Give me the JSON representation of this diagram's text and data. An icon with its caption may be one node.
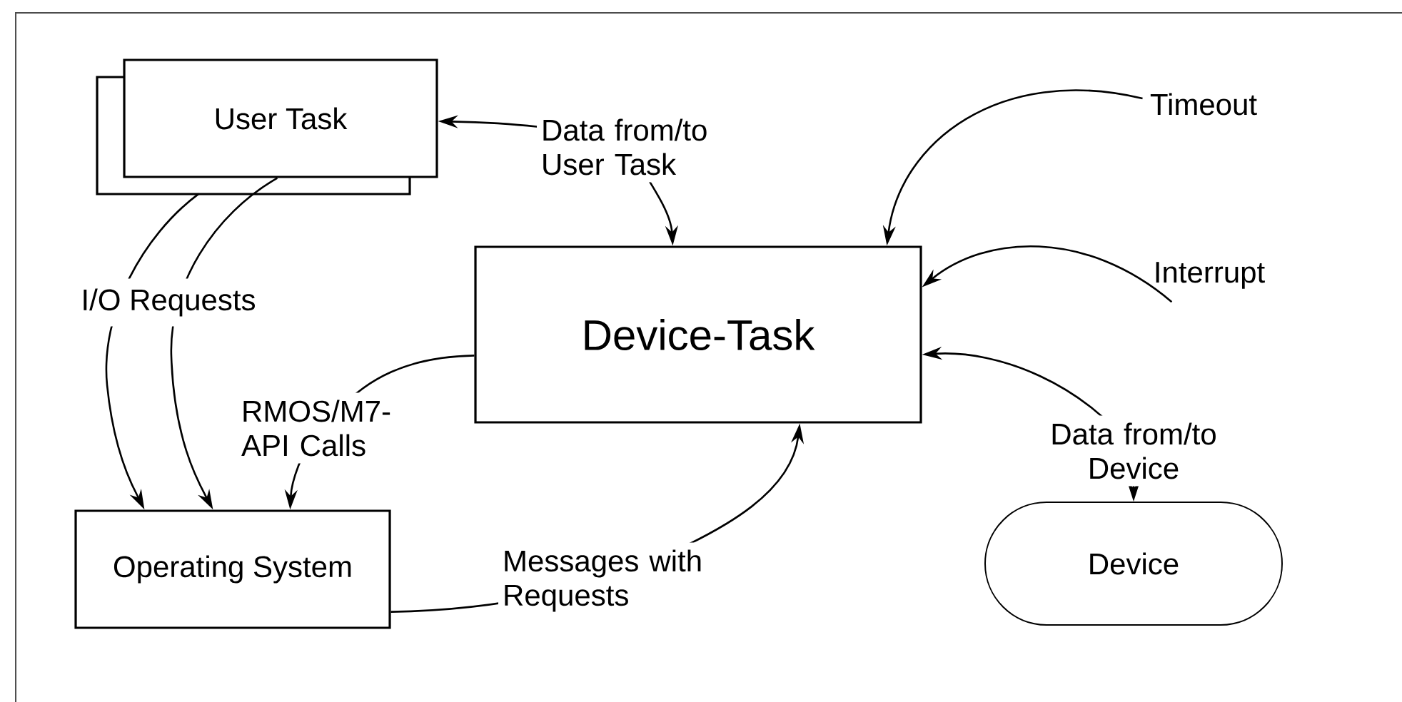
{
  "diagram": {
    "nodes": [
      {
        "text": [
          "User Task"
        ]
      },
      {
        "text": [
          "Device-Task"
        ]
      },
      {
        "text": [
          "Operating System"
        ]
      },
      {
        "text": [
          "Device"
        ]
      },
      {
        "text": [
          "Timeout"
        ]
      },
      {
        "text": [
          "Interrupt"
        ]
      }
    ],
    "edges": [
      {
        "from": 0,
        "to": 2,
        "arrow": "to"
      },
      {
        "from": 0,
        "to": 2,
        "arrow": "to",
        "label": "I/O Requests"
      },
      {
        "from": 1,
        "to": 2,
        "arrow": "to",
        "label": "RMOS/M7-API Calls"
      },
      {
        "from": 2,
        "to": 1,
        "arrow": "to",
        "label": "Messages with Requests"
      },
      {
        "from": 1,
        "to": 0,
        "arrow": "both",
        "label": "Data from/to User Task"
      },
      {
        "from": 1,
        "to": 3,
        "arrow": "both",
        "label": "Data from/to Device"
      },
      {
        "from": 4,
        "to": 1,
        "arrow": "to"
      },
      {
        "from": 5,
        "to": 1,
        "arrow": "to"
      }
    ]
  }
}
